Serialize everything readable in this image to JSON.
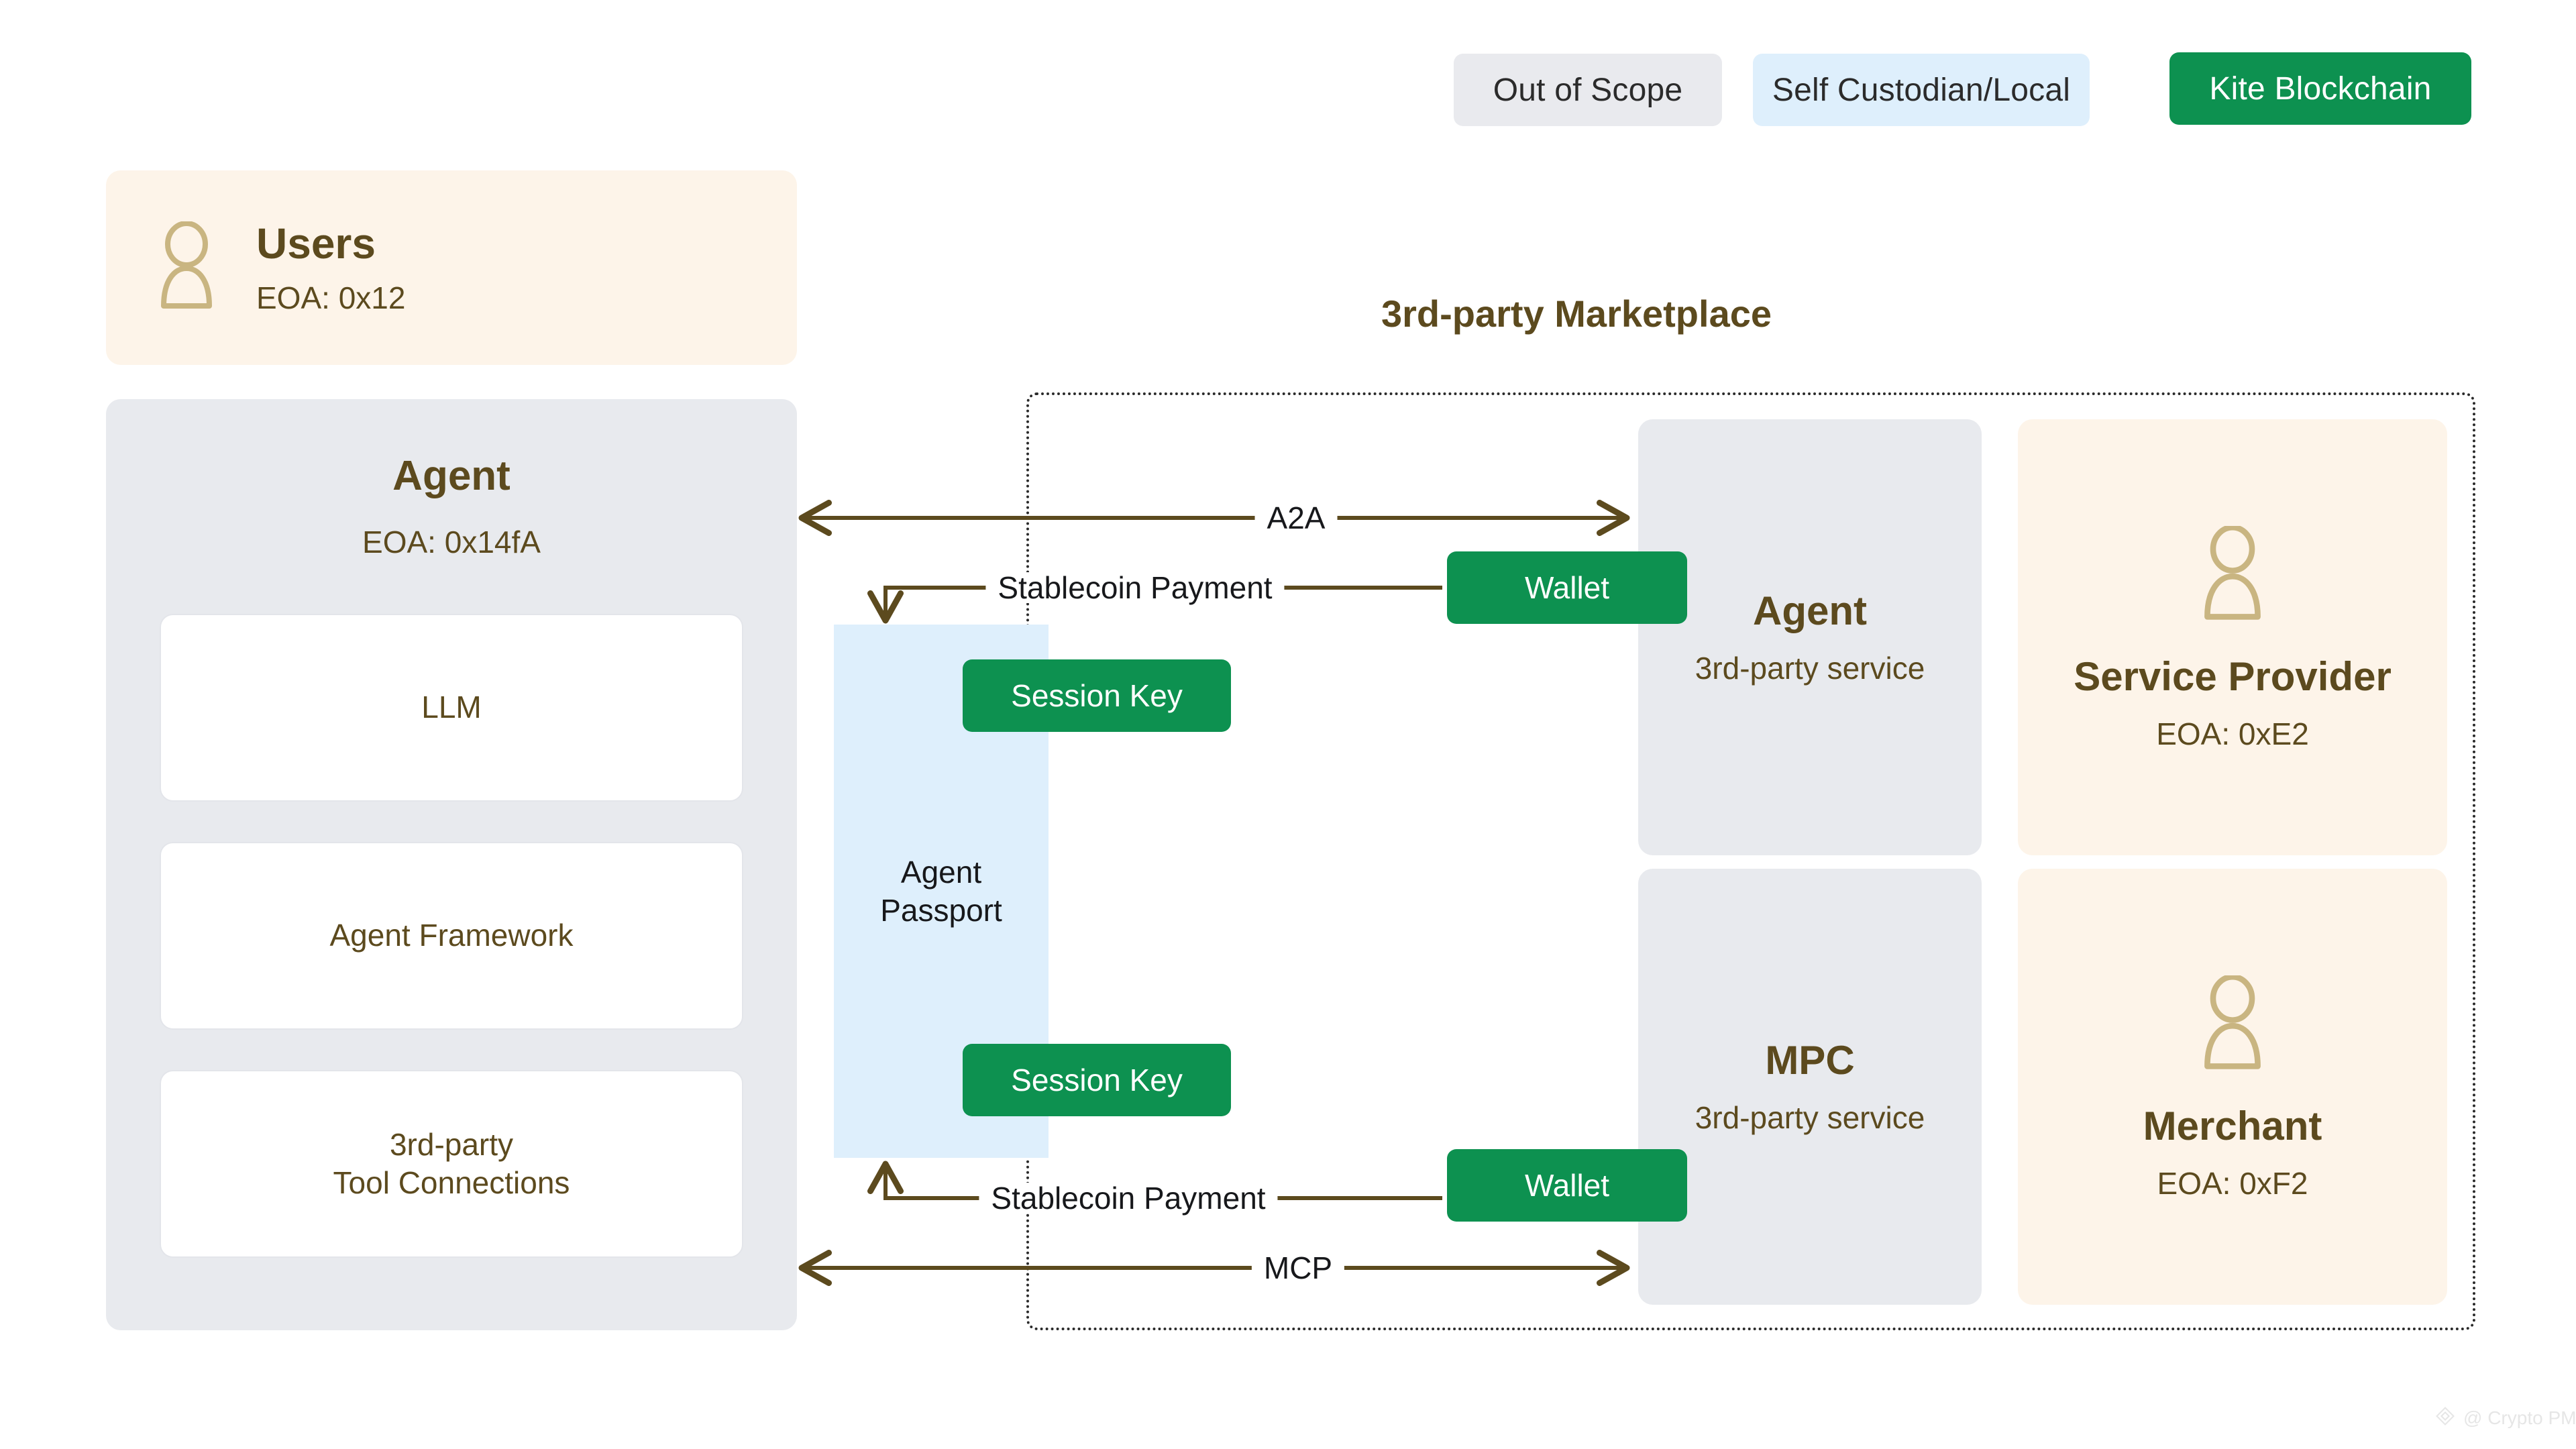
{
  "legend": {
    "items": [
      {
        "label": "Out of Scope",
        "color": "#E9EAEE",
        "text_color": "#2B2B2B"
      },
      {
        "label": "Self Custodian/Local",
        "color": "#DEEFFC",
        "text_color": "#2B2B2B"
      },
      {
        "label": "Kite Blockchain",
        "color": "#0D9150",
        "text_color": "#FFFFFF"
      }
    ]
  },
  "users_card": {
    "title": "Users",
    "address": "EOA: 0x12",
    "icon": "person-icon",
    "background": "#FDF4E9"
  },
  "agent_panel": {
    "title": "Agent",
    "address": "EOA: 0x14fA",
    "background": "#E8EAEE",
    "cards": [
      {
        "label": "LLM"
      },
      {
        "label": "Agent Framework"
      },
      {
        "label": "3rd-party\nTool Connections",
        "line1": "3rd-party",
        "line2": "Tool Connections"
      }
    ]
  },
  "agent_passport": {
    "line1": "Agent",
    "line2": "Passport",
    "background": "#DEEFFC"
  },
  "badges": {
    "session_key_top": "Session Key",
    "session_key_bottom": "Session Key",
    "wallet_top": "Wallet",
    "wallet_bottom": "Wallet",
    "color": "#0D9150"
  },
  "marketplace": {
    "title": "3rd-party Marketplace",
    "border_style": "dotted",
    "cards": [
      {
        "id": "agent-3p",
        "title": "Agent",
        "subtitle": "3rd-party service",
        "style": "gray",
        "icon": null
      },
      {
        "id": "mpc",
        "title": "MPC",
        "subtitle": "3rd-party service",
        "style": "gray",
        "icon": null
      },
      {
        "id": "service-provider",
        "title": "Service Provider",
        "subtitle": "EOA: 0xE2",
        "style": "cream",
        "icon": "person-icon"
      },
      {
        "id": "merchant",
        "title": "Merchant",
        "subtitle": "EOA: 0xF2",
        "style": "cream",
        "icon": "person-icon"
      }
    ]
  },
  "connections": [
    {
      "id": "a2a",
      "label": "A2A",
      "direction": "bidirectional"
    },
    {
      "id": "stablecoin-payment-top",
      "label": "Stablecoin Payment",
      "direction": "right-and-down"
    },
    {
      "id": "stablecoin-payment-bottom",
      "label": "Stablecoin Payment",
      "direction": "right-and-up"
    },
    {
      "id": "mcp",
      "label": "MCP",
      "direction": "bidirectional"
    }
  ],
  "watermark": {
    "text": "@ Crypto PM",
    "icon": "diamond-logo-icon"
  },
  "colors": {
    "accent_green": "#0D9150",
    "accent_blue": "#DEEFFC",
    "accent_cream": "#FDF4E9",
    "accent_gray": "#E8EAEE",
    "text_brown": "#5C4A1E",
    "icon_tan": "#C9B581",
    "arrow": "#5C4A1E"
  }
}
